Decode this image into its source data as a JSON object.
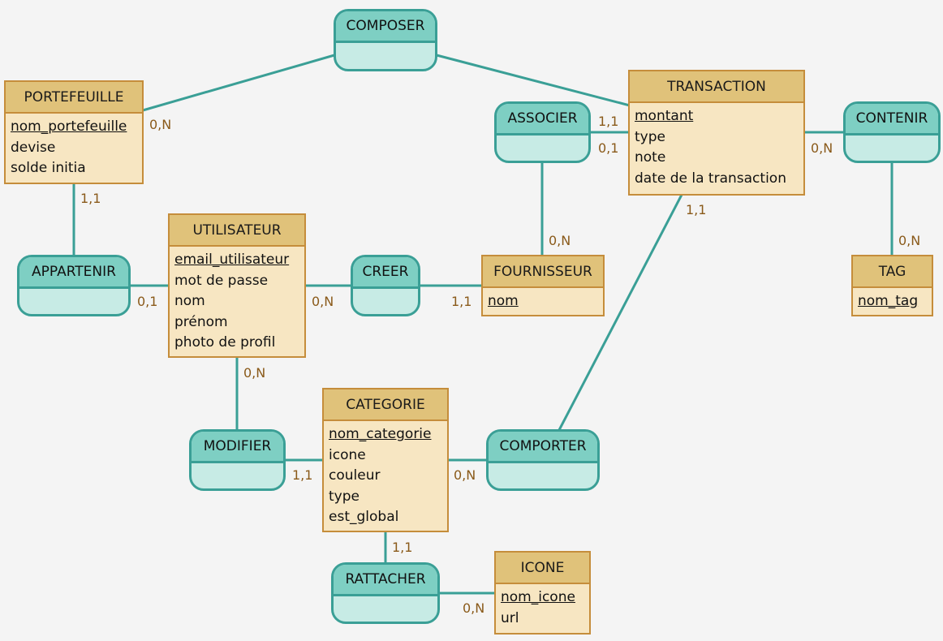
{
  "entities": {
    "portefeuille": {
      "title": "PORTEFEUILLE",
      "attrs": [
        "nom_portefeuille",
        "devise",
        "solde initia"
      ]
    },
    "transaction": {
      "title": "TRANSACTION",
      "attrs": [
        "montant",
        "type",
        "note",
        "date de la transaction"
      ]
    },
    "utilisateur": {
      "title": "UTILISATEUR",
      "attrs": [
        "email_utilisateur",
        "mot de passe",
        "nom",
        "prénom",
        "photo de profil"
      ]
    },
    "fournisseur": {
      "title": "FOURNISSEUR",
      "attrs": [
        "nom"
      ]
    },
    "tag": {
      "title": "TAG",
      "attrs": [
        "nom_tag"
      ]
    },
    "categorie": {
      "title": "CATEGORIE",
      "attrs": [
        "nom_categorie",
        "icone",
        "couleur",
        "type",
        "est_global"
      ]
    },
    "icone": {
      "title": "ICONE",
      "attrs": [
        "nom_icone",
        "url"
      ]
    }
  },
  "associations": {
    "composer": "COMPOSER",
    "associer": "ASSOCIER",
    "contenir": "CONTENIR",
    "appartenir": "APPARTENIR",
    "creer": "CREER",
    "modifier": "MODIFIER",
    "comporter": "COMPORTER",
    "rattacher": "RATTACHER"
  },
  "cardinalities": {
    "portefeuille_composer": "0,N",
    "portefeuille_appartenir": "1,1",
    "transaction_associer_top": "1,1",
    "transaction_associer_bottom": "0,1",
    "transaction_contenir": "0,N",
    "transaction_comporter": "1,1",
    "tag_contenir": "0,N",
    "fournisseur_associer": "0,N",
    "fournisseur_creer": "1,1",
    "utilisateur_appartenir": "0,1",
    "utilisateur_creer": "0,N",
    "utilisateur_modifier": "0,N",
    "categorie_modifier": "1,1",
    "categorie_comporter": "0,N",
    "categorie_rattacher": "1,1",
    "icone_rattacher": "0,N"
  },
  "colors": {
    "entity_fill": "#f7e6c2",
    "entity_header": "#e0c27a",
    "entity_border": "#c58d3b",
    "assoc_fill": "#c7ebe5",
    "assoc_header": "#7ecfc3",
    "link": "#3a9f96",
    "cardinality_text": "#8a5a1a",
    "background": "#f4f4f4"
  }
}
